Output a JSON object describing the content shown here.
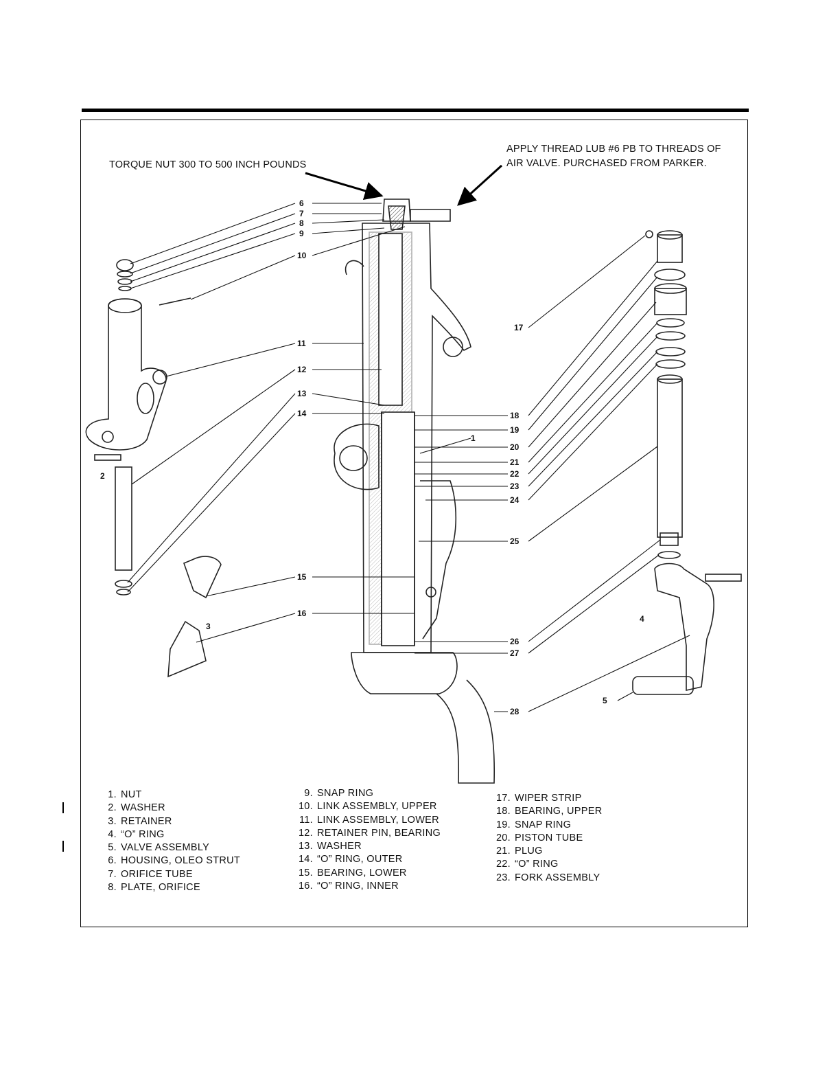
{
  "notes": {
    "torque": "TORQUE NUT 300 TO 500 INCH POUNDS",
    "thread_lub_line1": "APPLY THREAD LUB #6 PB TO THREADS OF",
    "thread_lub_line2": "AIR VALVE. PURCHASED FROM PARKER."
  },
  "callouts_left": [
    "6",
    "7",
    "8",
    "9",
    "10",
    "11",
    "12",
    "13",
    "14",
    "15",
    "16"
  ],
  "callouts_right": [
    "17",
    "18",
    "19",
    "20",
    "21",
    "22",
    "23",
    "24",
    "25",
    "26",
    "27",
    "28"
  ],
  "callouts_misc": [
    "1",
    "2",
    "3",
    "4",
    "5"
  ],
  "legend": {
    "col1": [
      {
        "num": "1.",
        "text": "NUT"
      },
      {
        "num": "2.",
        "text": "WASHER"
      },
      {
        "num": "3.",
        "text": "RETAINER"
      },
      {
        "num": "4.",
        "text": "“O” RING"
      },
      {
        "num": "5.",
        "text": "VALVE ASSEMBLY"
      },
      {
        "num": "6.",
        "text": "HOUSING, OLEO STRUT"
      },
      {
        "num": "7.",
        "text": "ORIFICE TUBE"
      },
      {
        "num": "8.",
        "text": "PLATE, ORIFICE"
      }
    ],
    "col2": [
      {
        "num": "9.",
        "text": "SNAP RING"
      },
      {
        "num": "10.",
        "text": "LINK ASSEMBLY, UPPER"
      },
      {
        "num": "11.",
        "text": "LINK ASSEMBLY, LOWER"
      },
      {
        "num": "12.",
        "text": "RETAINER PIN, BEARING"
      },
      {
        "num": "13.",
        "text": "WASHER"
      },
      {
        "num": "14.",
        "text": "“O” RING, OUTER"
      },
      {
        "num": "15.",
        "text": "BEARING, LOWER"
      },
      {
        "num": "16.",
        "text": "“O” RING, INNER"
      }
    ],
    "col3": [
      {
        "num": "17.",
        "text": "WIPER STRIP"
      },
      {
        "num": "18.",
        "text": "BEARING, UPPER"
      },
      {
        "num": "19.",
        "text": "SNAP RING"
      },
      {
        "num": "20.",
        "text": "PISTON TUBE"
      },
      {
        "num": "21.",
        "text": "PLUG"
      },
      {
        "num": "22.",
        "text": "“O” RING"
      },
      {
        "num": "23.",
        "text": "FORK ASSEMBLY"
      }
    ]
  }
}
